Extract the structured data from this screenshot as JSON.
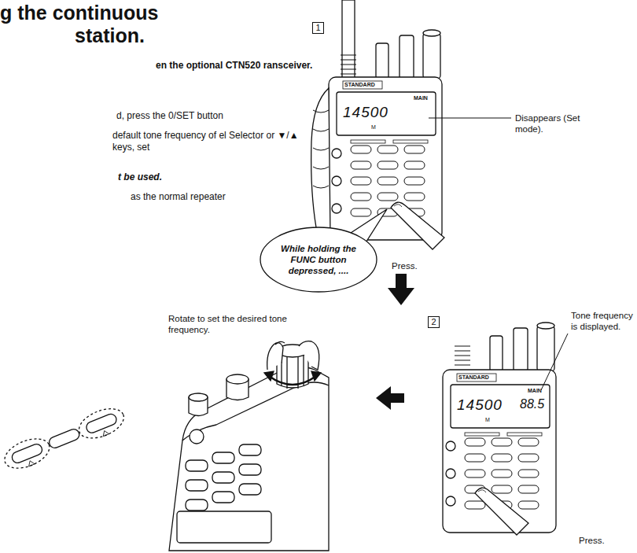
{
  "diagram": {
    "title": "g the continuous station.",
    "nodes": [
      {
        "text": [
          "1"
        ]
      },
      {
        "text": [
          "While holding the FUNC button depressed, ...."
        ]
      },
      {
        "text": [
          "2"
        ]
      }
    ],
    "labels": [
      "en the optional CTN520 ransceiver.",
      "d, press the 0/SET button",
      "default tone frequency of el Selector or ▼/▲ keys, set",
      "t be used.",
      "as the normal repeater",
      "STANDARD",
      "14500",
      "MAIN",
      "M",
      "Disappears (Set mode).",
      "Press.",
      "Rotate to set the desired tone frequency.",
      "Tone frequency is displayed.",
      "STANDARD",
      "14500",
      "MAIN",
      "M",
      "88.5",
      "Press."
    ]
  }
}
